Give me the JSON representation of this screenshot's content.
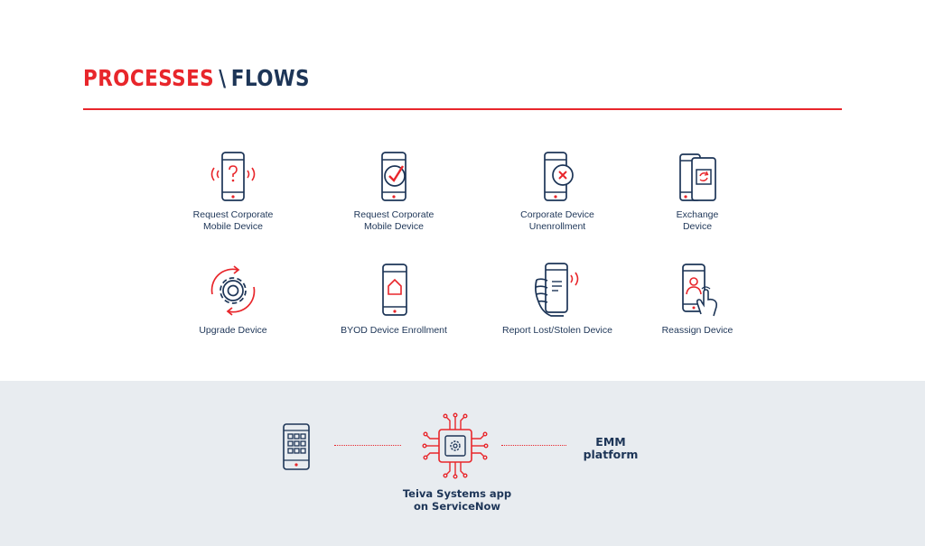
{
  "header": {
    "title_red": "PROCESSES",
    "title_sep": "\\",
    "title_blue": "FLOWS"
  },
  "processes": [
    {
      "label": "Request Corporate\nMobile Device",
      "icon": "phone-question-signal-icon"
    },
    {
      "label": "Request Corporate\nMobile Device",
      "icon": "phone-checkmark-icon"
    },
    {
      "label": "Corporate Device\nUnenrollment",
      "icon": "phone-x-icon"
    },
    {
      "label": "Exchange\nDevice",
      "icon": "phone-exchange-icon"
    },
    {
      "label": "Upgrade Device",
      "icon": "gear-refresh-icon"
    },
    {
      "label": "BYOD Device Enrollment",
      "icon": "phone-home-icon"
    },
    {
      "label": "Report Lost/Stolen Device",
      "icon": "hand-phone-signal-icon"
    },
    {
      "label": "Reassign Device",
      "icon": "phone-user-touch-icon"
    }
  ],
  "integration": {
    "app_label": "Teiva Systems app\non ServiceNow",
    "emm_label": "EMM\nplatform"
  },
  "colors": {
    "red": "#e8262b",
    "navy": "#1d3557",
    "band": "#e8ecf0"
  }
}
